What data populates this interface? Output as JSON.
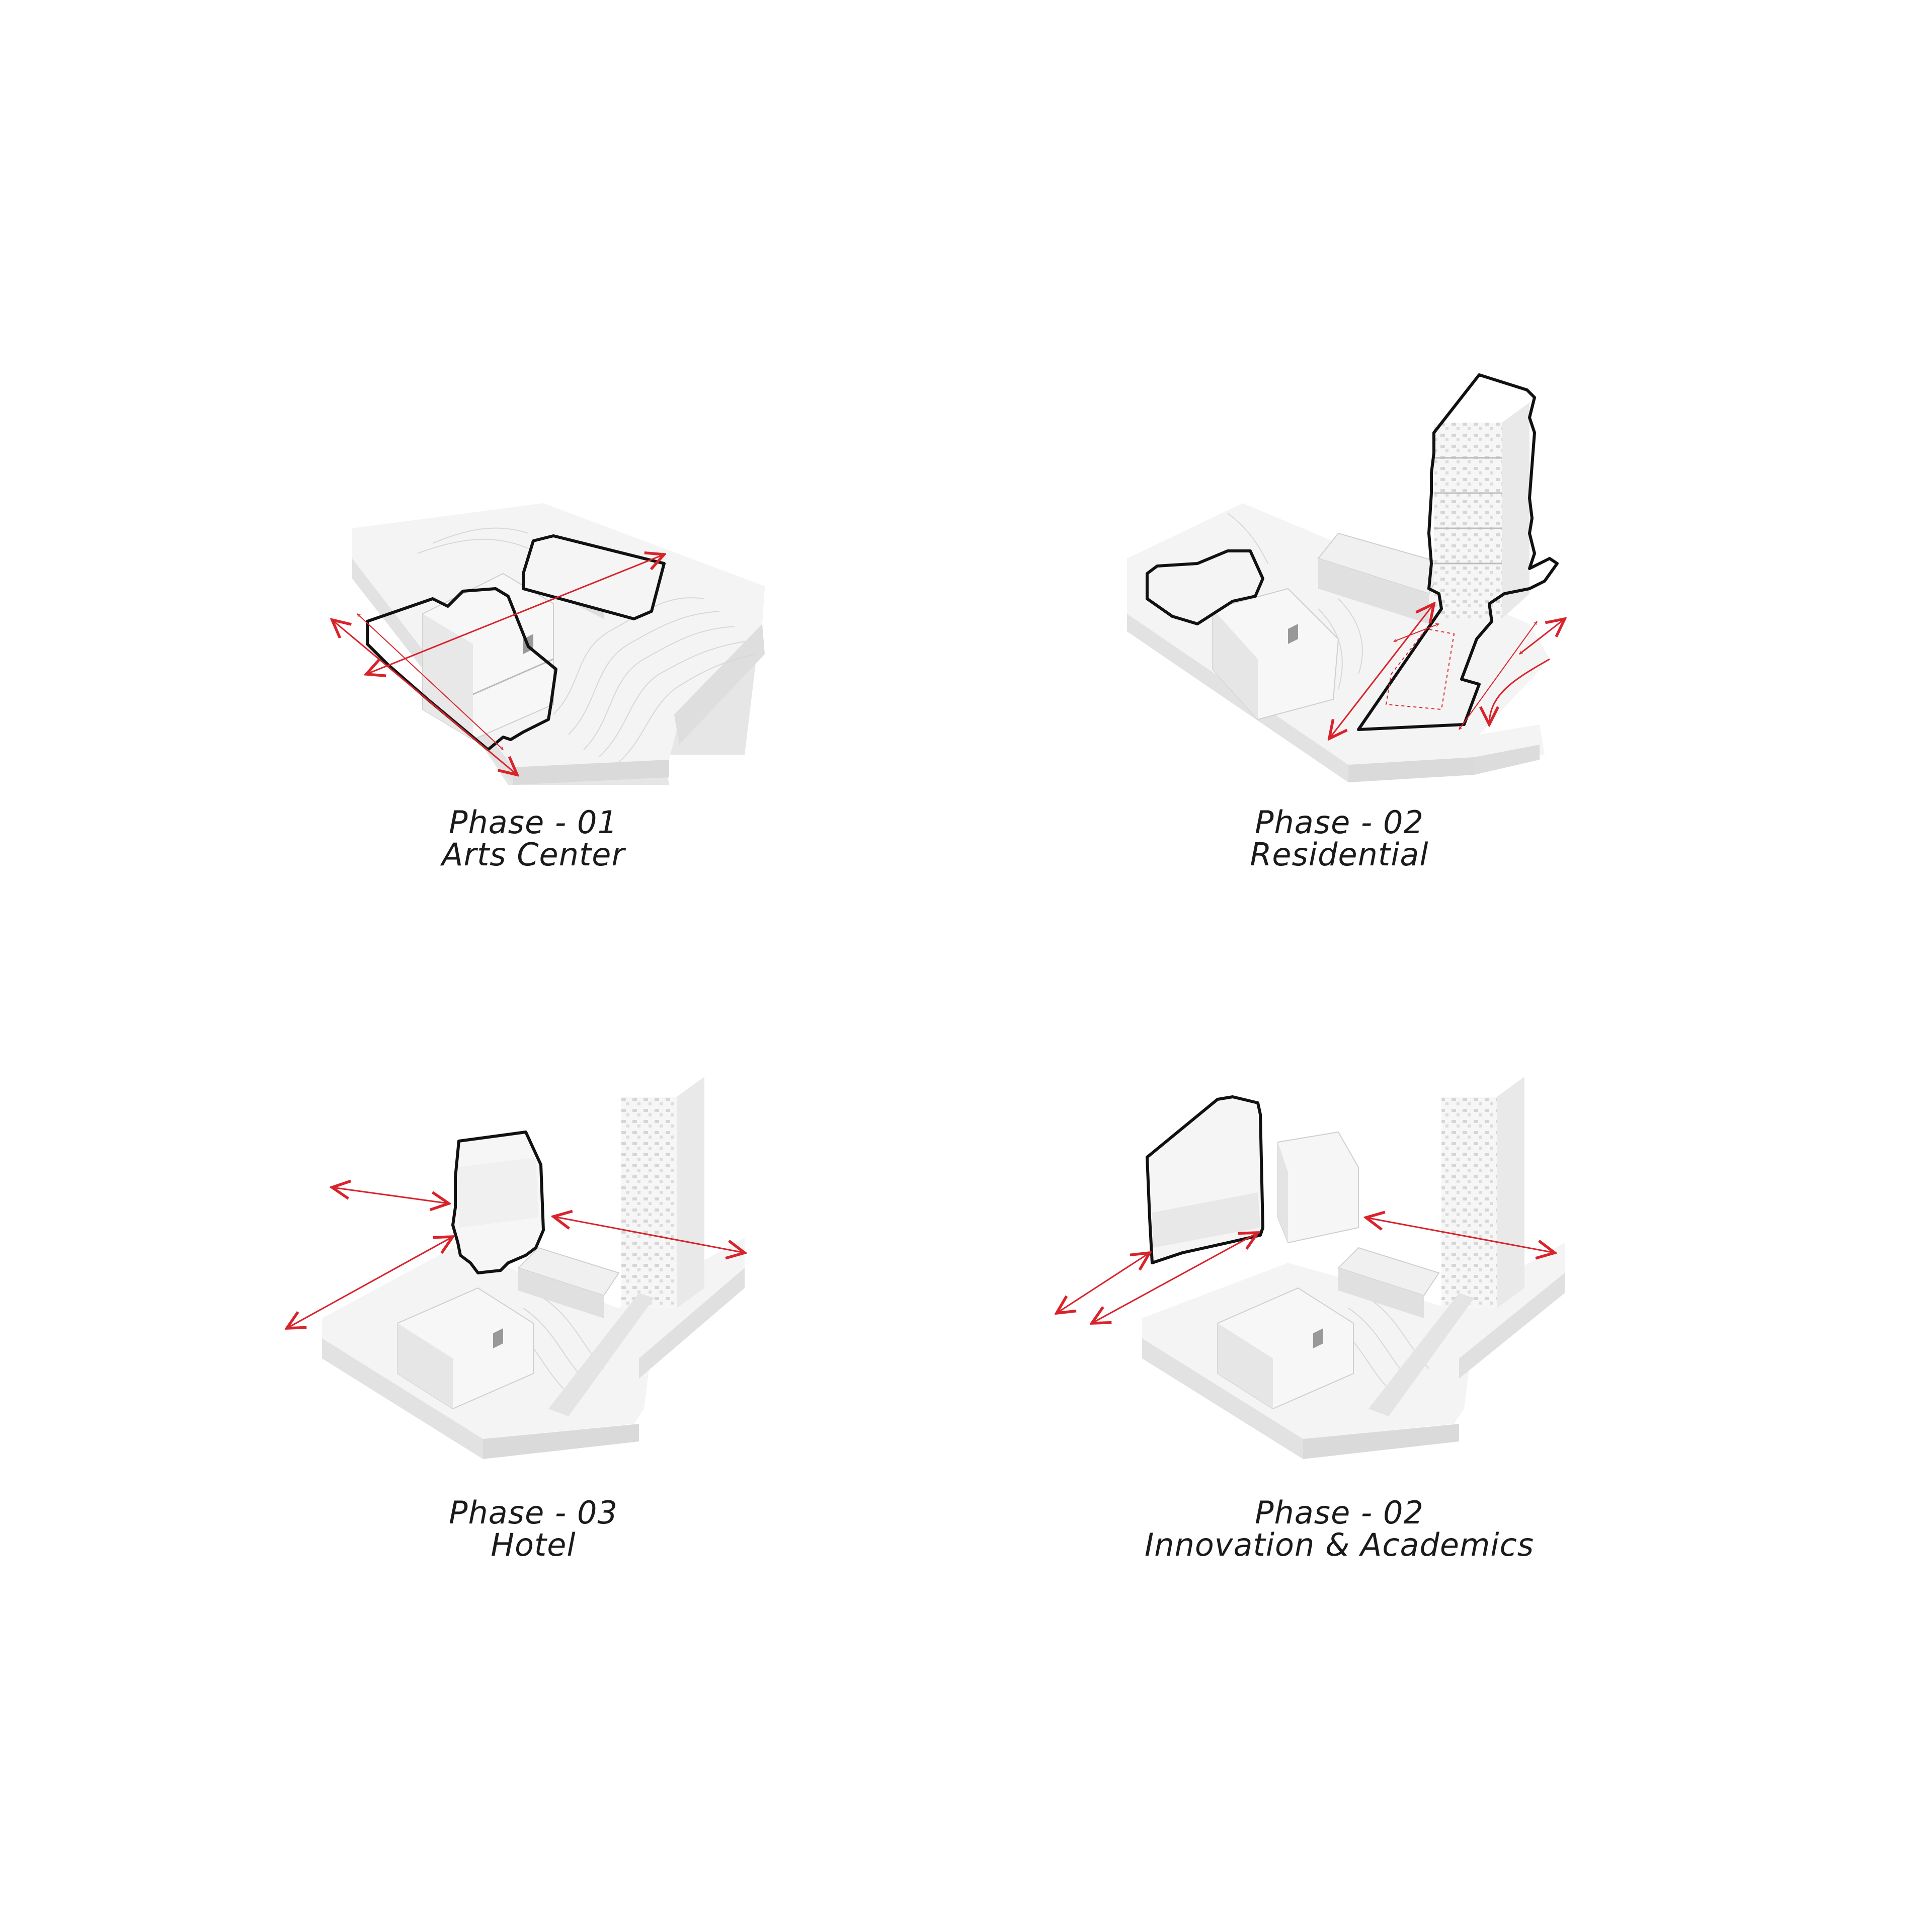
{
  "colors": {
    "outline": "#111111",
    "circulation": "#d9232b",
    "massing": "#f3f3f3",
    "massing_shadow": "#e3e3e3",
    "background": "#ffffff"
  },
  "phases": [
    {
      "title": "Phase - 01",
      "subtitle": "Arts Center"
    },
    {
      "title": "Phase - 02",
      "subtitle": "Residential"
    },
    {
      "title": "Phase - 03",
      "subtitle": "Hotel"
    },
    {
      "title": "Phase - 02",
      "subtitle": "Innovation & Academics"
    }
  ]
}
